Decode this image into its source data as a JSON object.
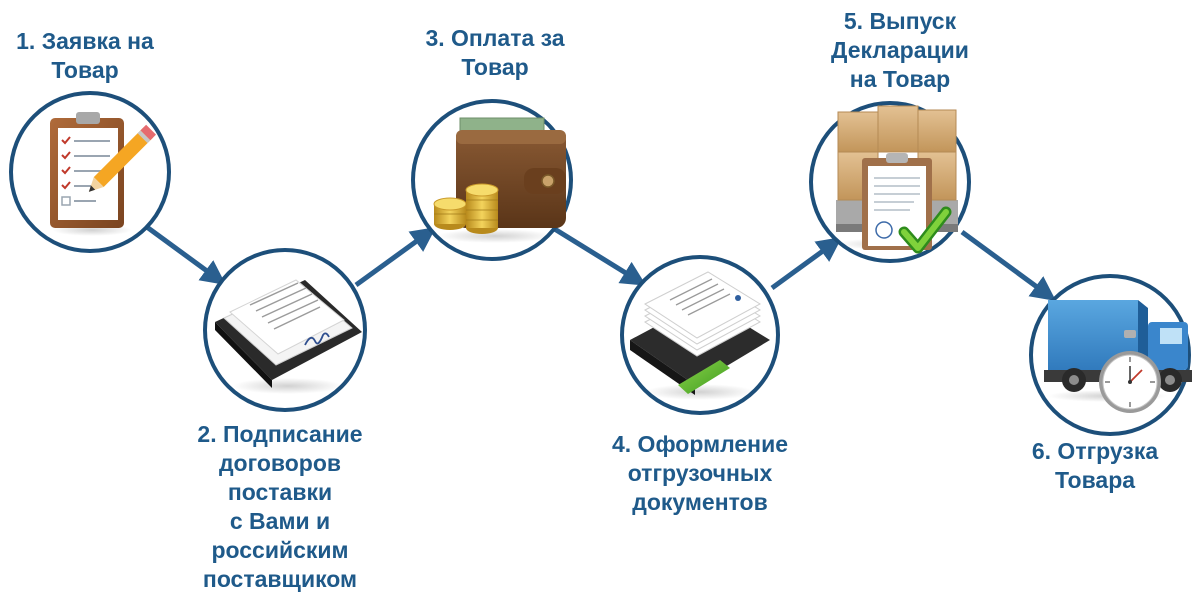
{
  "steps": [
    {
      "number": "1",
      "label": "1. Заявка на\nТовар",
      "icon": "clipboard-checklist-pencil-icon"
    },
    {
      "number": "2",
      "label": "2. Подписание\nдоговоров\nпоставки\nс Вами и\nроссийским\nпоставщиком",
      "icon": "signed-contract-documents-icon"
    },
    {
      "number": "3",
      "label": "3. Оплата за\nТовар",
      "icon": "wallet-coins-icon"
    },
    {
      "number": "4",
      "label": "4. Оформление\nотгрузочных\nдокументов",
      "icon": "document-stack-folder-icon"
    },
    {
      "number": "5",
      "label": "5. Выпуск\nДекларации\nна Товар",
      "icon": "boxes-declaration-checkmark-icon"
    },
    {
      "number": "6",
      "label": "6. Отгрузка\nТовара",
      "icon": "truck-stopwatch-icon"
    }
  ],
  "colors": {
    "accent": "#1f5a8a",
    "circle_border": "#1d4f7a",
    "arrow": "#2a5f8f"
  }
}
